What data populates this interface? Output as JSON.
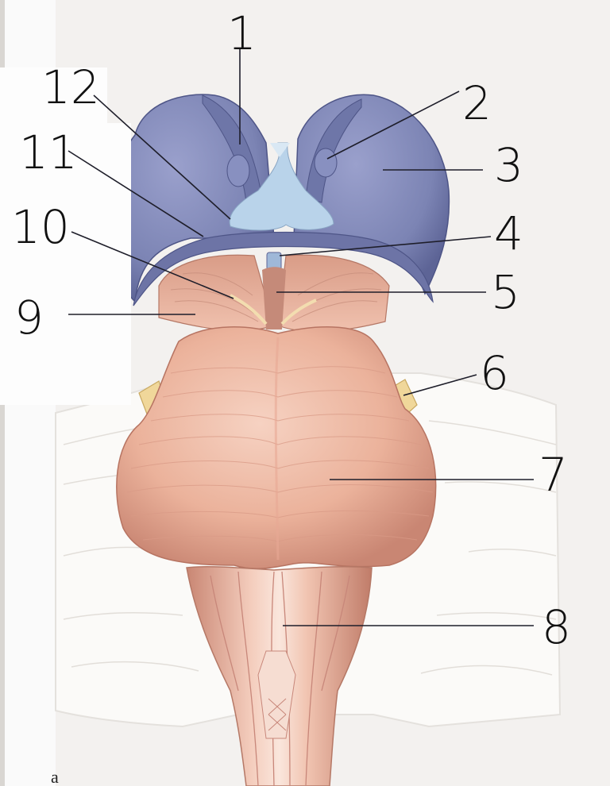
{
  "labels": [
    {
      "id": "1",
      "text": "1"
    },
    {
      "id": "2",
      "text": "2"
    },
    {
      "id": "3",
      "text": "3"
    },
    {
      "id": "4",
      "text": "4"
    },
    {
      "id": "5",
      "text": "5"
    },
    {
      "id": "6",
      "text": "6"
    },
    {
      "id": "7",
      "text": "7"
    },
    {
      "id": "8",
      "text": "8"
    },
    {
      "id": "9",
      "text": "9"
    },
    {
      "id": "10",
      "text": "10"
    },
    {
      "id": "11",
      "text": "11"
    },
    {
      "id": "12",
      "text": "12"
    }
  ],
  "figure_letter": "a",
  "colors": {
    "page_background": "#f3f1ef",
    "cerebellum_backdrop": "#fbfaf8",
    "diencephalon": "#7f86b6",
    "diencephalon_shadow": "#5d6496",
    "ventricle": "#b9d3ea",
    "midbrain": "#e9b49e",
    "pons": "#efb39c",
    "medulla": "#ebb6a2",
    "nerve": "#f0d79a",
    "leader_line": "#1e1e2a"
  }
}
